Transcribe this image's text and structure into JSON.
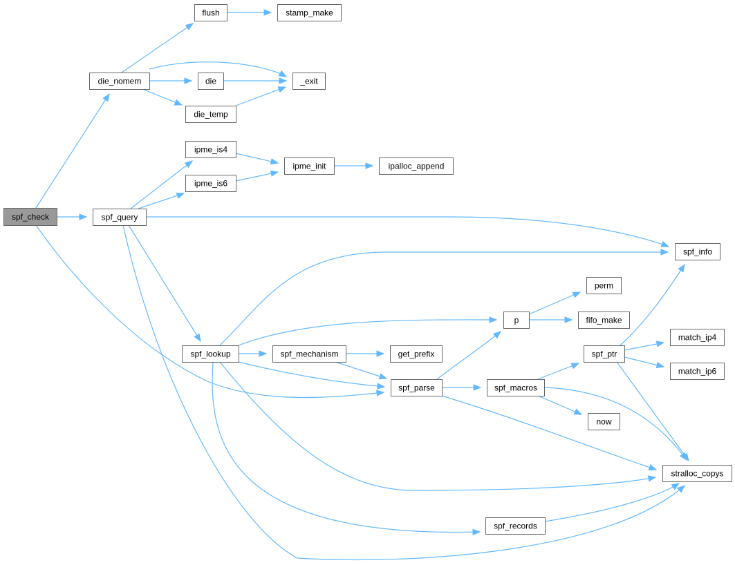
{
  "colors": {
    "edge": "#63b8ff",
    "node_border": "#666666",
    "root_fill": "#999999",
    "node_fill": "#ffffff"
  },
  "nodes": [
    {
      "id": "spf_check",
      "label": "spf_check",
      "root": true
    },
    {
      "id": "die_nomem",
      "label": "die_nomem"
    },
    {
      "id": "flush",
      "label": "flush"
    },
    {
      "id": "stamp_make",
      "label": "stamp_make"
    },
    {
      "id": "die",
      "label": "die"
    },
    {
      "id": "exit",
      "label": "_exit"
    },
    {
      "id": "die_temp",
      "label": "die_temp"
    },
    {
      "id": "ipme_is4",
      "label": "ipme_is4"
    },
    {
      "id": "ipme_is6",
      "label": "ipme_is6"
    },
    {
      "id": "ipme_init",
      "label": "ipme_init"
    },
    {
      "id": "ipalloc_append",
      "label": "ipalloc_append"
    },
    {
      "id": "spf_query",
      "label": "spf_query"
    },
    {
      "id": "spf_info",
      "label": "spf_info"
    },
    {
      "id": "perm",
      "label": "perm"
    },
    {
      "id": "p",
      "label": "p"
    },
    {
      "id": "fifo_make",
      "label": "fifo_make"
    },
    {
      "id": "spf_lookup",
      "label": "spf_lookup"
    },
    {
      "id": "spf_mechanism",
      "label": "spf_mechanism"
    },
    {
      "id": "get_prefix",
      "label": "get_prefix"
    },
    {
      "id": "spf_ptr",
      "label": "spf_ptr"
    },
    {
      "id": "match_ip4",
      "label": "match_ip4"
    },
    {
      "id": "match_ip6",
      "label": "match_ip6"
    },
    {
      "id": "spf_parse",
      "label": "spf_parse"
    },
    {
      "id": "spf_macros",
      "label": "spf_macros"
    },
    {
      "id": "now",
      "label": "now"
    },
    {
      "id": "stralloc_copys",
      "label": "stralloc_copys"
    },
    {
      "id": "spf_records",
      "label": "spf_records"
    }
  ],
  "edges": [
    [
      "spf_check",
      "die_nomem"
    ],
    [
      "spf_check",
      "spf_query"
    ],
    [
      "spf_check",
      "spf_parse"
    ],
    [
      "die_nomem",
      "flush"
    ],
    [
      "die_nomem",
      "exit"
    ],
    [
      "die_nomem",
      "die"
    ],
    [
      "die_nomem",
      "die_temp"
    ],
    [
      "flush",
      "stamp_make"
    ],
    [
      "die",
      "exit"
    ],
    [
      "die_temp",
      "exit"
    ],
    [
      "spf_query",
      "ipme_is4"
    ],
    [
      "spf_query",
      "ipme_is6"
    ],
    [
      "spf_query",
      "spf_info"
    ],
    [
      "spf_query",
      "spf_lookup"
    ],
    [
      "spf_query",
      "stralloc_copys"
    ],
    [
      "ipme_is4",
      "ipme_init"
    ],
    [
      "ipme_is6",
      "ipme_init"
    ],
    [
      "ipme_init",
      "ipalloc_append"
    ],
    [
      "spf_lookup",
      "spf_info"
    ],
    [
      "spf_lookup",
      "p"
    ],
    [
      "spf_lookup",
      "spf_mechanism"
    ],
    [
      "spf_lookup",
      "spf_parse"
    ],
    [
      "spf_lookup",
      "stralloc_copys"
    ],
    [
      "spf_lookup",
      "spf_records"
    ],
    [
      "p",
      "perm"
    ],
    [
      "p",
      "fifo_make"
    ],
    [
      "spf_mechanism",
      "get_prefix"
    ],
    [
      "spf_mechanism",
      "spf_parse"
    ],
    [
      "spf_parse",
      "p"
    ],
    [
      "spf_parse",
      "spf_macros"
    ],
    [
      "spf_parse",
      "stralloc_copys"
    ],
    [
      "spf_macros",
      "spf_ptr"
    ],
    [
      "spf_macros",
      "now"
    ],
    [
      "spf_macros",
      "stralloc_copys"
    ],
    [
      "spf_ptr",
      "spf_info"
    ],
    [
      "spf_ptr",
      "match_ip4"
    ],
    [
      "spf_ptr",
      "match_ip6"
    ],
    [
      "spf_ptr",
      "stralloc_copys"
    ],
    [
      "spf_records",
      "stralloc_copys"
    ]
  ]
}
